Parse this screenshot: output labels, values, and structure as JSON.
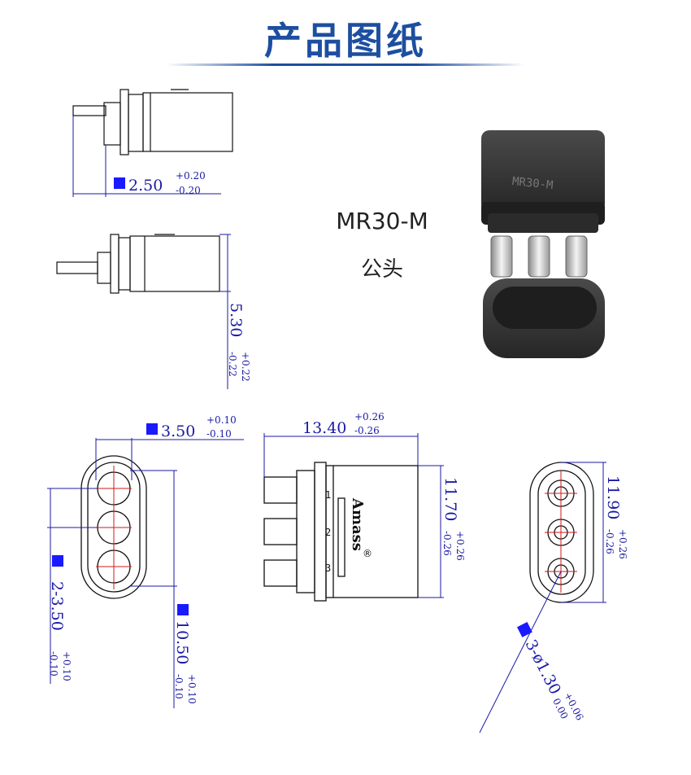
{
  "header": {
    "title": "产品图纸"
  },
  "product": {
    "model": "MR30-M",
    "gender": "公头"
  },
  "dimensions": {
    "side_width": {
      "value": "2.50",
      "tol_plus": "+0.20",
      "tol_minus": "-0.20"
    },
    "side_height": {
      "value": "5.30",
      "tol_plus": "+0.22",
      "tol_minus": "-0.22"
    },
    "front_width": {
      "value": "3.50",
      "tol_plus": "+0.10",
      "tol_minus": "-0.10"
    },
    "pin_pitch": {
      "value": "2-3.50",
      "tol_plus": "+0.10",
      "tol_minus": "-0.10"
    },
    "front_height": {
      "value": "10.50",
      "tol_plus": "+0.10",
      "tol_minus": "-0.10"
    },
    "body_length": {
      "value": "13.40",
      "tol_plus": "+0.26",
      "tol_minus": "-0.26"
    },
    "body_height": {
      "value": "11.70",
      "tol_plus": "+0.26",
      "tol_minus": "-0.26"
    },
    "rear_height": {
      "value": "11.90",
      "tol_plus": "+0.26",
      "tol_minus": "-0.26"
    },
    "hole_dia": {
      "value": "3-ø1.30",
      "tol_plus": "+0.06",
      "tol_minus": "0.00"
    }
  },
  "markings": {
    "brand": "Amass",
    "registered": "®",
    "pin_labels": [
      "1",
      "2",
      "3"
    ],
    "part_mark": "MR30-M"
  },
  "colors": {
    "title": "#1d4ea0",
    "dimension": "#1a1aa6",
    "outline": "#111111",
    "center_line": "#d01818",
    "housing": "#3a3a3a"
  }
}
